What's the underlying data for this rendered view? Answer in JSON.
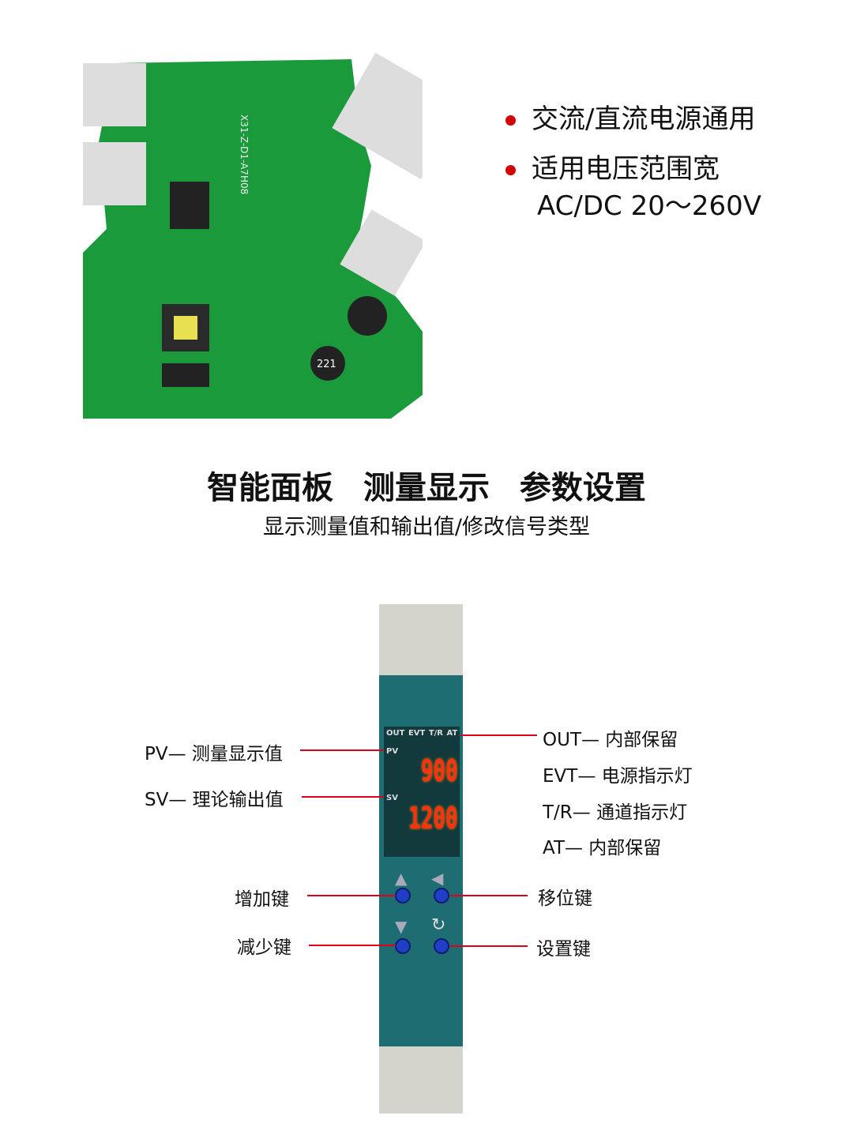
{
  "features": [
    "交流/直流电源通用",
    "适用电压范围宽",
    "AC/DC 20～260V"
  ],
  "headline": "智能面板 测量显示 参数设置",
  "subheadline": "显示测量值和输出值/修改信号类型",
  "pcb": {
    "silkscreen": "X31-Z-D1-A7H08",
    "inductor": "221"
  },
  "device": {
    "indicators": [
      "OUT",
      "EVT",
      "T/R",
      "AT"
    ],
    "pv_tag": "PV",
    "sv_tag": "SV",
    "pv_value": "900",
    "sv_value": "1200"
  },
  "labels_left": [
    "PV— 测量显示值",
    "SV— 理论输出值",
    "增加键",
    "减少键"
  ],
  "labels_right": [
    "OUT— 内部保留",
    "EVT— 电源指示灯",
    "T/R—  通道指示灯",
    "AT—  内部保留",
    "移位键",
    "设置键"
  ],
  "colors": {
    "accent": "#e0001a",
    "pcb": "#1a9a3a",
    "device": "#1d6d73",
    "button": "#1f3fc8"
  }
}
